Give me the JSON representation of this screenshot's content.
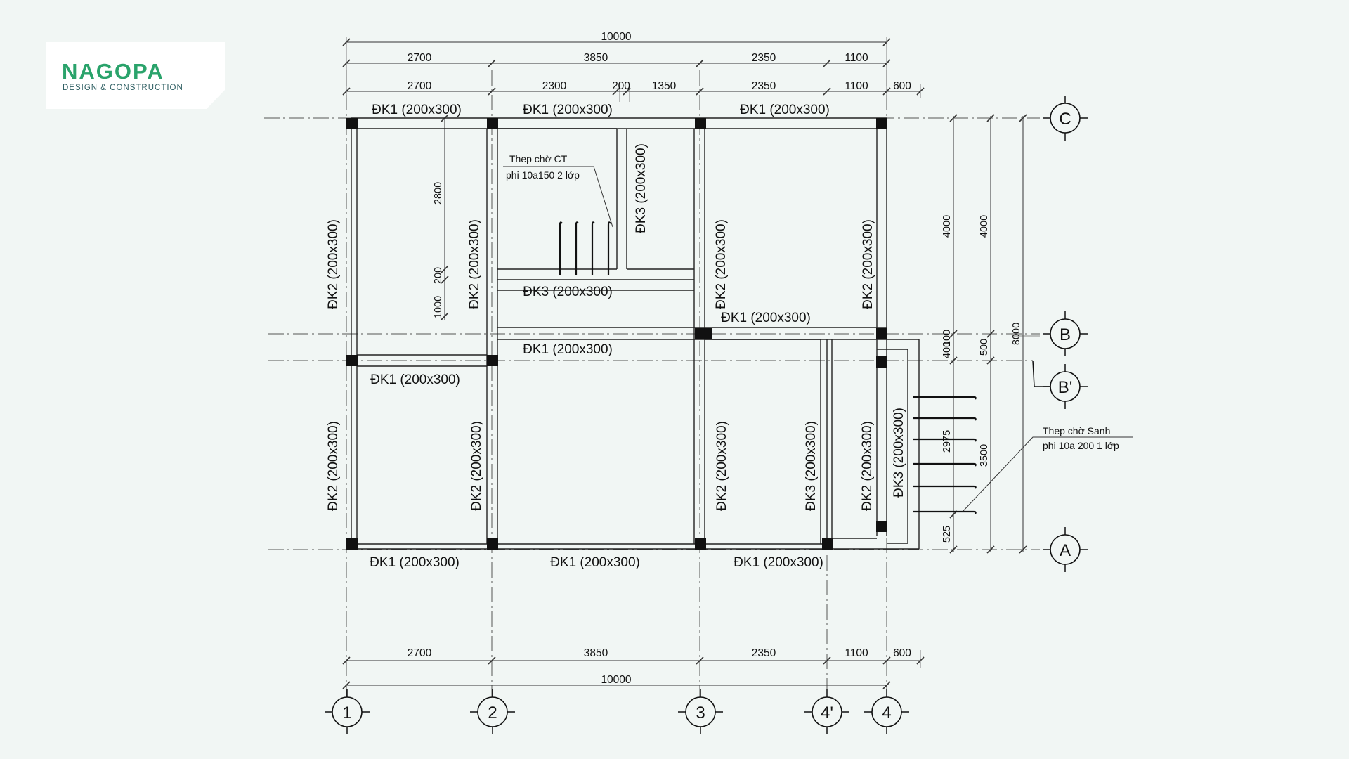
{
  "logo": {
    "brand": "NAGOPA",
    "tagline": "DESIGN & CONSTRUCTION",
    "accent": "#2aa36b"
  },
  "dims_top": {
    "total": "10000",
    "row1": [
      "2700",
      "3850",
      "2350",
      "1100"
    ],
    "row2": [
      "2700",
      "2300",
      "200",
      "1350",
      "2350",
      "1100",
      "600"
    ]
  },
  "dims_bottom": {
    "row1": [
      "2700",
      "3850",
      "2350",
      "1100",
      "600"
    ],
    "total": "10000"
  },
  "dims_right": {
    "inner": [
      "4000",
      "100",
      "400",
      "2975",
      "525"
    ],
    "middle": [
      "4000",
      "500",
      "3500"
    ],
    "outer": "8000"
  },
  "dims_left_room": [
    "2800",
    "200",
    "1000"
  ],
  "axes_x": [
    "1",
    "2",
    "3",
    "4'",
    "4"
  ],
  "axes_y": [
    "C",
    "B",
    "B'",
    "A"
  ],
  "beams": {
    "dk1_top_1": "ĐK1 (200x300)",
    "dk1_top_2": "ĐK1 (200x300)",
    "dk1_top_3": "ĐK1 (200x300)",
    "dk1_mid_right": "ĐK1 (200x300)",
    "dk1_mid_center": "ĐK1 (200x300)",
    "dk1_mid_left": "ĐK1 (200x300)",
    "dk1_bot_1": "ĐK1 (200x300)",
    "dk1_bot_2": "ĐK1 (200x300)",
    "dk1_bot_3": "ĐK1 (200x300)",
    "dk3_mid": "ĐK3 (200x300)",
    "dk3_v_top": "ĐK3 (200x300)",
    "dk3_v_bot": "ĐK3 (200x300)",
    "dk3_v_hall": "ĐK3 (200x300)",
    "dk2_1_top": "ĐK2 (200x300)",
    "dk2_1_bot": "ĐK2 (200x300)",
    "dk2_2_top": "ĐK2 (200x300)",
    "dk2_2_bot": "ĐK2 (200x300)",
    "dk2_3_top": "ĐK2 (200x300)",
    "dk2_3_bot": "ĐK2 (200x300)",
    "dk2_4_top": "ĐK2 (200x300)",
    "dk2_4_bot": "ĐK2 (200x300)"
  },
  "notes": {
    "steel_ct_1": "Thep chờ CT",
    "steel_ct_2": "phi 10a150 2 lớp",
    "steel_sanh_1": "Thep chờ Sanh",
    "steel_sanh_2": "phi 10a 200 1 lớp"
  }
}
